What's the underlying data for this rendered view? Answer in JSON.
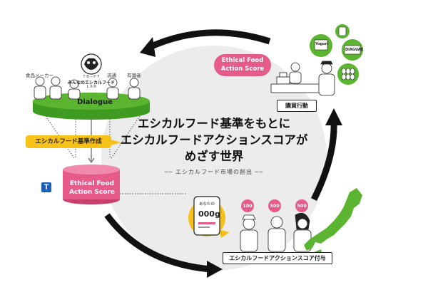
{
  "dialogue": {
    "label": "Dialogue",
    "roles": [
      "食品メーカー",
      "流通",
      "有識者"
    ],
    "lab_small": "ＴＢ－ＰＦ",
    "lab_main": "みんなのエシカルフード",
    "lab_sub": "ＬＡＢ"
  },
  "banner": {
    "label": "エシカルフード基準作成"
  },
  "cylinder": {
    "line1": "Ethical Food",
    "line2": "Action Score"
  },
  "tpoint": {
    "label": "T"
  },
  "center": {
    "line1": "エシカルフード基準をもとに",
    "line2": "エシカルフードアクションスコアが",
    "line3": "めざす世界",
    "sub": "エシカルフード市場の創出"
  },
  "store": {
    "pill_line1": "Ethical Food",
    "pill_line2": "Action Score",
    "purchase_label": "購買行動",
    "product1": "Yogurt",
    "product2": "DIAGUAE"
  },
  "phone": {
    "label": "あなたの",
    "value": "000g"
  },
  "consumers": {
    "scores": [
      "100",
      "300",
      "500"
    ],
    "label": "エシカルフードアクションスコア付与"
  },
  "colors": {
    "green": "#5cb531",
    "pink": "#e75b8a",
    "yellow": "#f6c21a",
    "circle": "#ececec"
  }
}
